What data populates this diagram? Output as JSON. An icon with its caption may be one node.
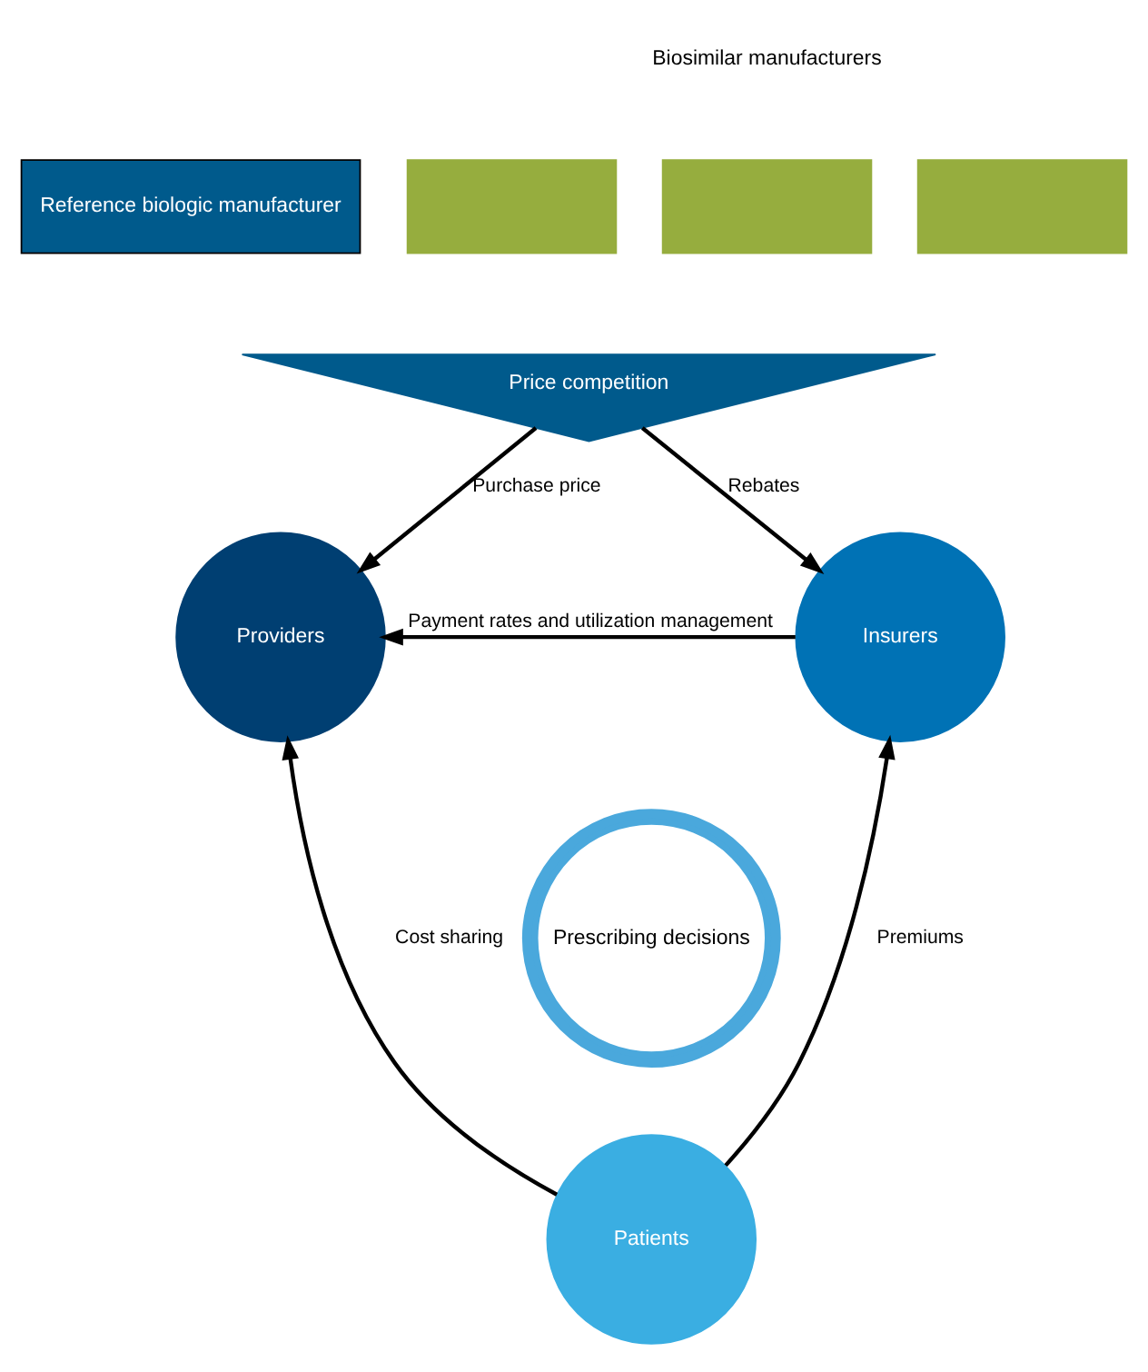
{
  "diagram": {
    "nodes": [
      {
        "text": [
          "Reference biologic manufacturer"
        ]
      },
      {
        "text": [],
        "shape": "box"
      },
      {
        "text": [],
        "shape": "box"
      },
      {
        "text": [],
        "shape": "box"
      },
      {
        "text": [
          "Price competition"
        ]
      },
      {
        "text": [
          "Providers"
        ]
      },
      {
        "text": [
          "Insurers"
        ]
      },
      {
        "text": [
          "Prescribing decisions"
        ]
      },
      {
        "text": [
          "Patients"
        ]
      }
    ],
    "edges": [
      {
        "from": 4,
        "to": 5,
        "arrow": "to",
        "label": "Purchase price"
      },
      {
        "from": 4,
        "to": 6,
        "arrow": "to",
        "label": "Rebates"
      },
      {
        "from": 6,
        "to": 5,
        "arrow": "to",
        "label": "Payment rates and utilization management"
      },
      {
        "from": 8,
        "to": 5,
        "arrow": "to",
        "label": "Cost sharing"
      },
      {
        "from": 8,
        "to": 6,
        "arrow": "to",
        "label": "Premiums"
      }
    ],
    "labels": [
      "Biosimilar manufacturers"
    ]
  }
}
